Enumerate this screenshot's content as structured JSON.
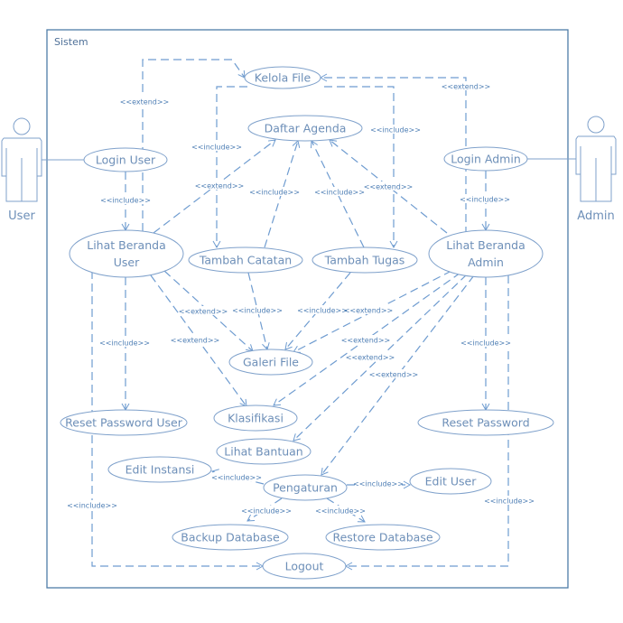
{
  "colors": {
    "line": "#6f9cd0",
    "ellipse_stroke": "#7fa1cb",
    "text": "#6d8fb8",
    "stereotype_text": "#4f7fb5",
    "boundary": "#4e7ca8"
  },
  "system": {
    "label": "Sistem"
  },
  "actors": [
    {
      "id": "user",
      "label": "User"
    },
    {
      "id": "admin",
      "label": "Admin"
    }
  ],
  "use_cases": [
    {
      "id": "kelola_file",
      "label": "Kelola File"
    },
    {
      "id": "daftar_agenda",
      "label": "Daftar Agenda"
    },
    {
      "id": "login_user",
      "label": "Login User"
    },
    {
      "id": "login_admin",
      "label": "Login Admin"
    },
    {
      "id": "lihat_beranda_user",
      "label": "Lihat Beranda User",
      "lines": [
        "Lihat Beranda",
        "User"
      ]
    },
    {
      "id": "tambah_catatan",
      "label": "Tambah Catatan"
    },
    {
      "id": "tambah_tugas",
      "label": "Tambah Tugas"
    },
    {
      "id": "lihat_beranda_admin",
      "label": "Lihat Beranda Admin",
      "lines": [
        "Lihat Beranda",
        "Admin"
      ]
    },
    {
      "id": "galeri_file",
      "label": "Galeri File"
    },
    {
      "id": "reset_password_user",
      "label": "Reset Password User"
    },
    {
      "id": "klasifikasi",
      "label": "Klasifikasi"
    },
    {
      "id": "reset_password",
      "label": "Reset Password"
    },
    {
      "id": "lihat_bantuan",
      "label": "Lihat Bantuan"
    },
    {
      "id": "edit_instansi",
      "label": "Edit Instansi"
    },
    {
      "id": "pengaturan",
      "label": "Pengaturan"
    },
    {
      "id": "edit_user",
      "label": "Edit User"
    },
    {
      "id": "backup_database",
      "label": "Backup Database"
    },
    {
      "id": "restore_database",
      "label": "Restore Database"
    },
    {
      "id": "logout",
      "label": "Logout"
    }
  ],
  "relationships": [
    {
      "from": "user",
      "to": "login_user",
      "type": "association"
    },
    {
      "from": "admin",
      "to": "login_admin",
      "type": "association"
    },
    {
      "from": "login_user",
      "to": "lihat_beranda_user",
      "type": "include",
      "label": "<<include>>"
    },
    {
      "from": "login_admin",
      "to": "lihat_beranda_admin",
      "type": "include",
      "label": "<<include>>"
    },
    {
      "from": "lihat_beranda_user",
      "to": "kelola_file",
      "type": "extend",
      "label": "<<extend>>"
    },
    {
      "from": "lihat_beranda_admin",
      "to": "kelola_file",
      "type": "extend",
      "label": "<<extend>>"
    },
    {
      "from": "kelola_file",
      "to": "tambah_catatan",
      "type": "include",
      "label": "<<include>>"
    },
    {
      "from": "kelola_file",
      "to": "tambah_tugas",
      "type": "include",
      "label": "<<include>>"
    },
    {
      "from": "lihat_beranda_user",
      "to": "daftar_agenda",
      "type": "extend",
      "label": "<<extend>>"
    },
    {
      "from": "lihat_beranda_admin",
      "to": "daftar_agenda",
      "type": "extend",
      "label": "<<extend>>"
    },
    {
      "from": "tambah_catatan",
      "to": "daftar_agenda",
      "type": "include",
      "label": "<<include>>"
    },
    {
      "from": "tambah_tugas",
      "to": "daftar_agenda",
      "type": "include",
      "label": "<<include>>"
    },
    {
      "from": "lihat_beranda_user",
      "to": "galeri_file",
      "type": "extend",
      "label": "<<extend>>"
    },
    {
      "from": "tambah_catatan",
      "to": "galeri_file",
      "type": "include",
      "label": "<<include>>"
    },
    {
      "from": "tambah_tugas",
      "to": "galeri_file",
      "type": "include",
      "label": "<<include>>"
    },
    {
      "from": "lihat_beranda_admin",
      "to": "galeri_file",
      "type": "extend",
      "label": "<<extend>>"
    },
    {
      "from": "lihat_beranda_user",
      "to": "klasifikasi",
      "type": "extend",
      "label": "<<extend>>"
    },
    {
      "from": "lihat_beranda_admin",
      "to": "klasifikasi",
      "type": "extend",
      "label": "<<extend>>"
    },
    {
      "from": "lihat_beranda_admin",
      "to": "lihat_bantuan",
      "type": "extend",
      "label": "<<extend>>"
    },
    {
      "from": "lihat_beranda_admin",
      "to": "pengaturan",
      "type": "extend",
      "label": "<<extend>>"
    },
    {
      "from": "lihat_beranda_user",
      "to": "reset_password_user",
      "type": "include",
      "label": "<<include>>"
    },
    {
      "from": "lihat_beranda_admin",
      "to": "reset_password",
      "type": "include",
      "label": "<<include>>"
    },
    {
      "from": "pengaturan",
      "to": "edit_instansi",
      "type": "include",
      "label": "<<include>>"
    },
    {
      "from": "pengaturan",
      "to": "edit_user",
      "type": "include",
      "label": "<<include>>"
    },
    {
      "from": "pengaturan",
      "to": "backup_database",
      "type": "include",
      "label": "<<include>>"
    },
    {
      "from": "pengaturan",
      "to": "restore_database",
      "type": "include",
      "label": "<<include>>"
    },
    {
      "from": "lihat_beranda_user",
      "to": "logout",
      "type": "include",
      "label": "<<include>>"
    },
    {
      "from": "lihat_beranda_admin",
      "to": "logout",
      "type": "include",
      "label": "<<include>>"
    }
  ]
}
